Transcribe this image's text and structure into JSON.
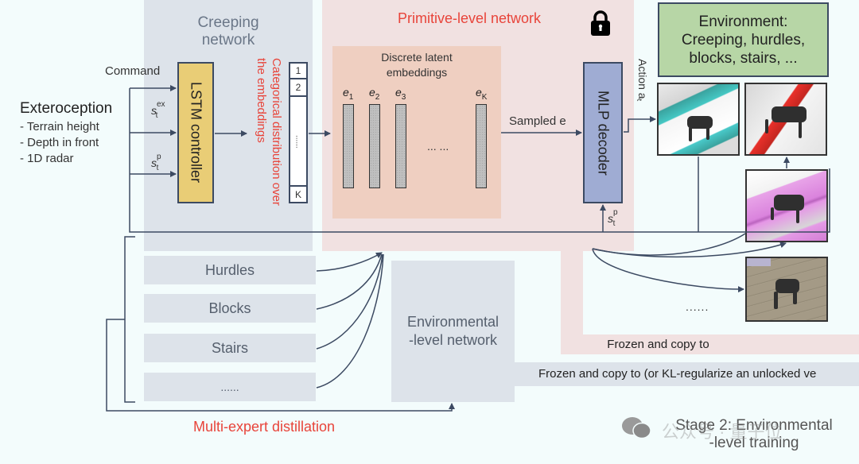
{
  "regions": {
    "creeping_network_title": "Creeping\nnetwork",
    "primitive_network_title": "Primitive-level network"
  },
  "inputs": {
    "exteroception_title": "Exteroception",
    "exteroception_items": [
      "- Terrain height",
      "- Depth in front",
      "- 1D radar"
    ],
    "command_label": "Command",
    "s_ex": {
      "base": "s",
      "sup": "ex",
      "sub": "t"
    },
    "s_p": {
      "base": "s",
      "sup": "p",
      "sub": "t"
    }
  },
  "lstm": {
    "label": "LSTM controller"
  },
  "categorical": {
    "label": "Categorical distribution over the embeddings",
    "cells": [
      "1",
      "2",
      "......",
      "K"
    ]
  },
  "latent": {
    "title": "Discrete latent\nembeddings",
    "embeddings": [
      {
        "base": "e",
        "sub": "1"
      },
      {
        "base": "e",
        "sub": "2"
      },
      {
        "base": "e",
        "sub": "3"
      },
      {
        "base": "e",
        "sub": "K"
      }
    ],
    "ellipsis": "... ..."
  },
  "sampled_label": "Sampled e",
  "mlp": {
    "label": "MLP decoder",
    "input": {
      "base": "s",
      "sup": "p",
      "sub": "t"
    }
  },
  "action_label": "Action a",
  "action_sub": "t",
  "environment": {
    "title": "Environment:\nCreeping, hurdles,\nblocks, stairs, ...",
    "images": [
      "creeping-sim",
      "hurdles-sim",
      "blocks-sim",
      "stairs-sim"
    ],
    "more": "......"
  },
  "frozen_copy_label": "Frozen and copy to",
  "kl_label": "Frozen and copy to (or KL-regularize an unlocked ve",
  "experts": [
    "Hurdles",
    "Blocks",
    "Stairs",
    "......"
  ],
  "env_network": {
    "label": "Environmental\n-level network"
  },
  "multi_expert_label": "Multi-expert distillation",
  "stage_label": "Stage 2: Environmental\n-level training",
  "watermark": "公众号 · 量子位",
  "colors": {
    "accent_red": "#e8443a",
    "lstm_fill": "#e9cd76",
    "mlp_fill": "#9facd3",
    "env_fill": "#b7d6a6",
    "creeping_bg": "#dde3ea",
    "primitive_bg": "#f1e1e1",
    "latent_bg": "#efcfc1",
    "line": "#3c4a62"
  },
  "icons": {
    "lock": "lock-icon",
    "wechat": "wechat-icon"
  }
}
